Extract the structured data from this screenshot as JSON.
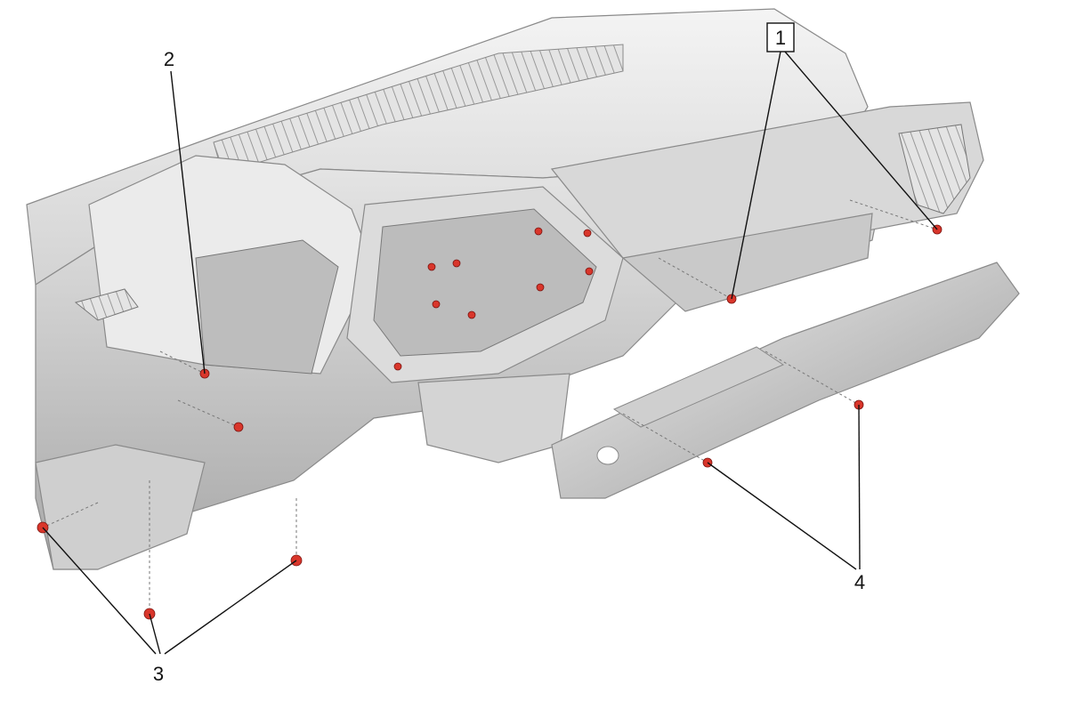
{
  "callouts": {
    "c1": "1",
    "c2": "2",
    "c3": "3",
    "c4": "4"
  },
  "colors": {
    "fastener": "#d9362b",
    "panel_light": "#f2f2f2",
    "panel_mid": "#d6d6d6",
    "panel_dark": "#9e9e9e",
    "leader": "#111111"
  }
}
